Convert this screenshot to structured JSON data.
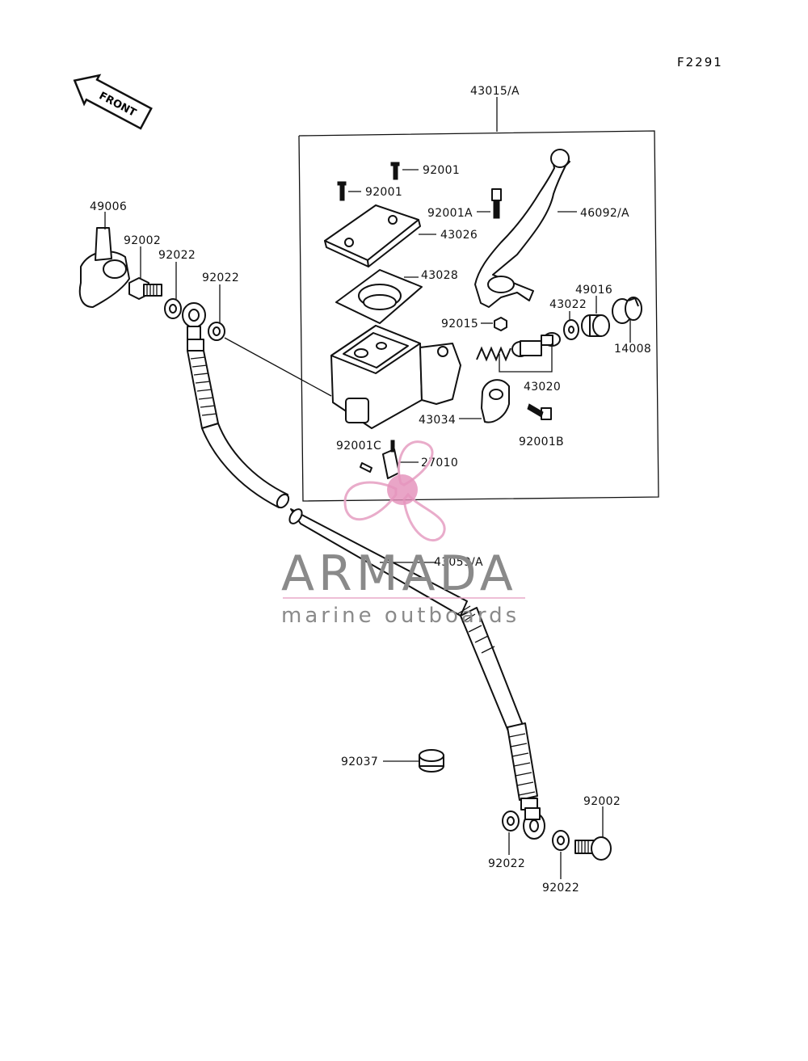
{
  "figure_code": "F2291",
  "front_label": "FRONT",
  "assembly_label": "43015/A",
  "watermark": {
    "brand": "ARMADA",
    "tagline": "marine outboards",
    "colors": {
      "propeller": "#e8a8c8",
      "hub": "#e48fba",
      "text": "#8a8a8a",
      "rule": "#e8a8c8"
    }
  },
  "parts": {
    "screw_upper": "92001",
    "screw_lower": "92001",
    "pivot_bolt": "92001A",
    "lever": "46092/A",
    "cap": "43026",
    "diaphragm": "43028",
    "nut": "92015",
    "washer_piston": "43022",
    "boot": "49016",
    "clamp_ring": "14008",
    "piston_assy": "43020",
    "holder": "43034",
    "holder_bolt": "92001B",
    "switch_screw": "92001C",
    "switch": "27010",
    "hose": "43059/A",
    "grommet": "92037",
    "cap_49006": "49006",
    "banjo_bolt_top": "92002",
    "washer_top_1": "92022",
    "washer_top_2": "92022",
    "banjo_bolt_bottom": "92002",
    "washer_bottom_1": "92022",
    "washer_bottom_2": "92022"
  }
}
